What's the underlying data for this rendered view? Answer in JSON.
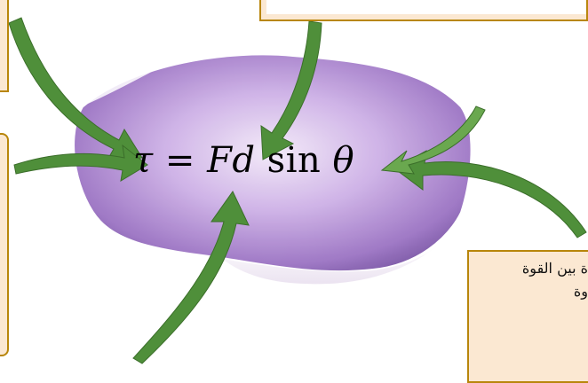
{
  "formula": {
    "lhs": "τ",
    "eq": "=",
    "rhs_var": "Fd",
    "func": "sin",
    "angle": "θ"
  },
  "boxes": {
    "bottom_right_text": "ة بين القوة\nوة"
  },
  "colors": {
    "arrow_green": "#4f8f3a",
    "arrow_green_light": "#6aa84f",
    "box_fill": "#fbe8d2",
    "box_border": "#b8860b",
    "paper_purple": "#b58fd6"
  }
}
